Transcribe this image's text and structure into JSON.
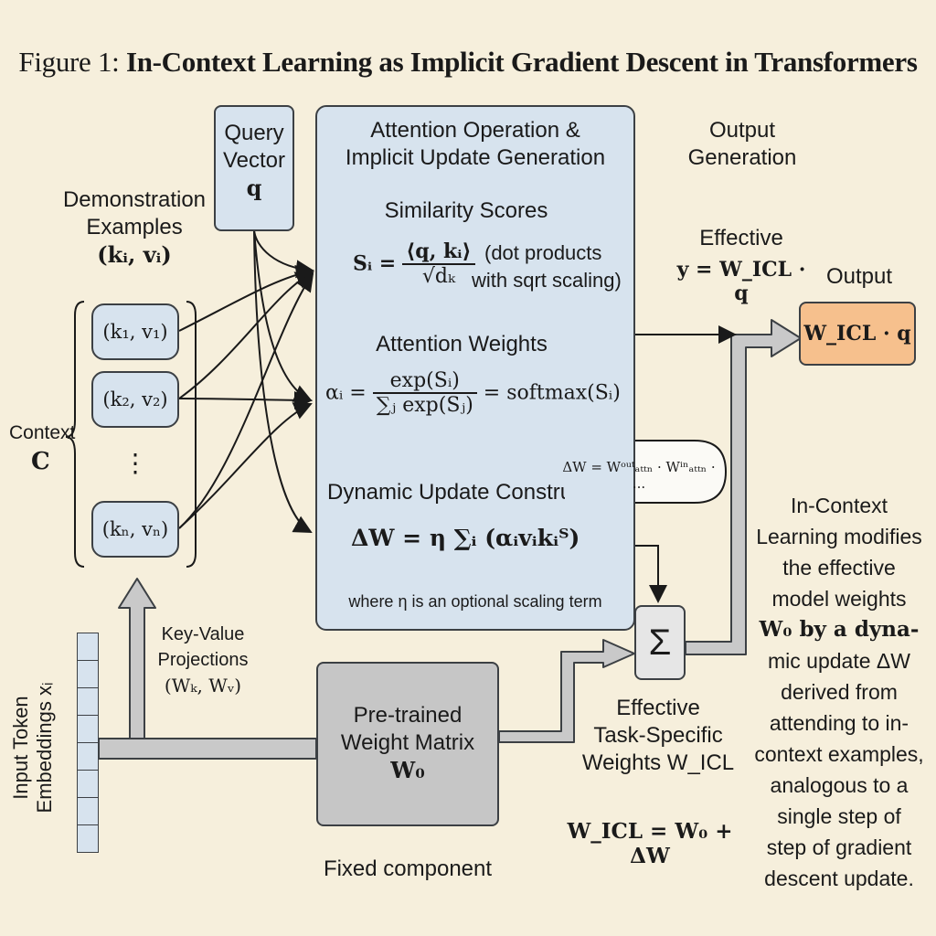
{
  "title": {
    "prefix": "Figure 1: ",
    "main": "In-Context Learning as Implicit Gradient Descent in Transformers"
  },
  "query": {
    "label1": "Query",
    "label2": "Vector",
    "symbol": "q"
  },
  "demo": {
    "label1": "Demonstration",
    "label2": "Examples",
    "symbol": "(kᵢ, vᵢ)"
  },
  "context": {
    "label": "Context",
    "symbol": "C"
  },
  "pairs": [
    "(k₁, v₁)",
    "(k₂, v₂)",
    "⋮",
    "(kₙ, vₙ)"
  ],
  "attention": {
    "title1": "Attention Operation &",
    "title2": "Implicit Update Generation",
    "sim_title": "Similarity Scores",
    "sim_lhs": "Sᵢ =",
    "sim_num": "⟨q, kᵢ⟩",
    "sim_den": "√dₖ",
    "sim_note1": "(dot products",
    "sim_note2": "with sqrt scaling)",
    "aw_title": "Attention Weights",
    "aw_lhs": "αᵢ =",
    "aw_num": "exp(Sᵢ)",
    "aw_den": "∑ⱼ exp(Sⱼ)",
    "aw_rhs": "= softmax(Sᵢ)",
    "du_title": "Dynamic Update Constructio",
    "du_formula": "ΔW = η ∑ᵢ (αᵢvᵢkᵢᵀ)",
    "du_note": "where η is an optional scaling term"
  },
  "bubble": {
    "text": "ΔW = Wᵒᵘᵗₐₜₜₙ · Wⁱⁿₐₜₜₙ · ..."
  },
  "output_gen": {
    "label1": "Output",
    "label2": "Generation"
  },
  "effective": {
    "label": "Effective",
    "formula": "y = W_ICL · q"
  },
  "output": {
    "label": "Output",
    "box": "W_ICL · q"
  },
  "sum_symbol": "Σ",
  "kv": {
    "label1": "Key-Value",
    "label2": "Projections",
    "symbol": "(Wₖ, Wᵥ)"
  },
  "embeddings": {
    "label1": "Input Token",
    "label2": "Embeddings xᵢ"
  },
  "pretrained": {
    "label1": "Pre-trained",
    "label2": "Weight Matrix",
    "symbol": "W₀"
  },
  "fixed": "Fixed component",
  "task": {
    "label1": "Effective",
    "label2": "Task-Specific",
    "label3": "Weights W_ICL"
  },
  "wicl_formula": "W_ICL = W₀ + ΔW",
  "side_note": [
    "In-Context",
    "Learning modifies",
    "the effective",
    "model weights",
    "W₀ by a dyna-",
    "mic update ΔW",
    "derived from",
    "attending to in-",
    "context examples,",
    "analogous to a",
    "single step of",
    "step of gradient",
    "descent update."
  ],
  "colors": {
    "blue": "#d7e3ee",
    "gray": "#c6c6c6",
    "orange": "#f6c08d",
    "background": "#f6efdc"
  }
}
